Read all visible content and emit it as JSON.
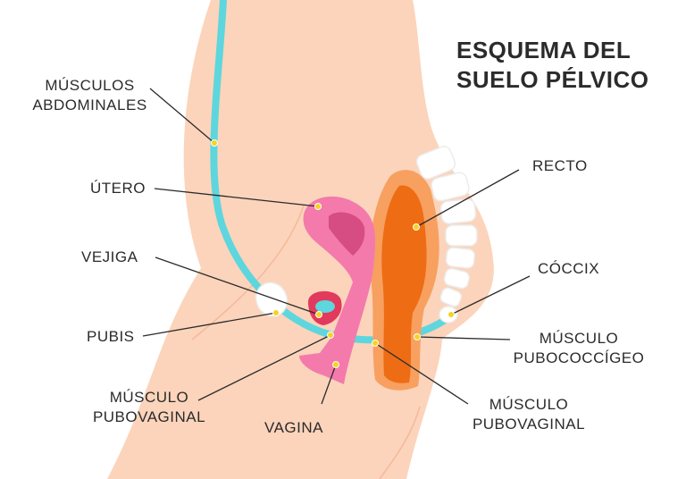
{
  "title": {
    "line1": "ESQUEMA DEL",
    "line2": "SUELO PÉLVICO"
  },
  "labels": {
    "musculos_abdominales": {
      "line1": "MÚSCULOS",
      "line2": "ABDOMINALES"
    },
    "utero": "ÚTERO",
    "vejiga": "VEJIGA",
    "pubis": "PUBIS",
    "musculo_pubovaginal_left": {
      "line1": "MÚSCULO",
      "line2": "PUBOVAGINAL"
    },
    "vagina": "VAGINA",
    "recto": "RECTO",
    "coccix": "CÓCCIX",
    "musculo_pubococcigeo": {
      "line1": "MÚSCULO",
      "line2": "PUBOCOCCÍGEO"
    },
    "musculo_pubovaginal_right": {
      "line1": "MÚSCULO",
      "line2": "PUBOVAGINAL"
    }
  },
  "colors": {
    "skin": "#fbd4bb",
    "skin_line": "#f5b999",
    "muscle_band": "#5ed6dd",
    "uterus": "#f47aab",
    "uterus_inner": "#d54d82",
    "bladder": "#e23a5c",
    "rectum_outer": "#f7a060",
    "rectum_inner": "#ee6c14",
    "bone": "#ffffff",
    "bone_edge": "#ececec",
    "dot": "#f8d31d",
    "text": "#2b2b2b"
  }
}
